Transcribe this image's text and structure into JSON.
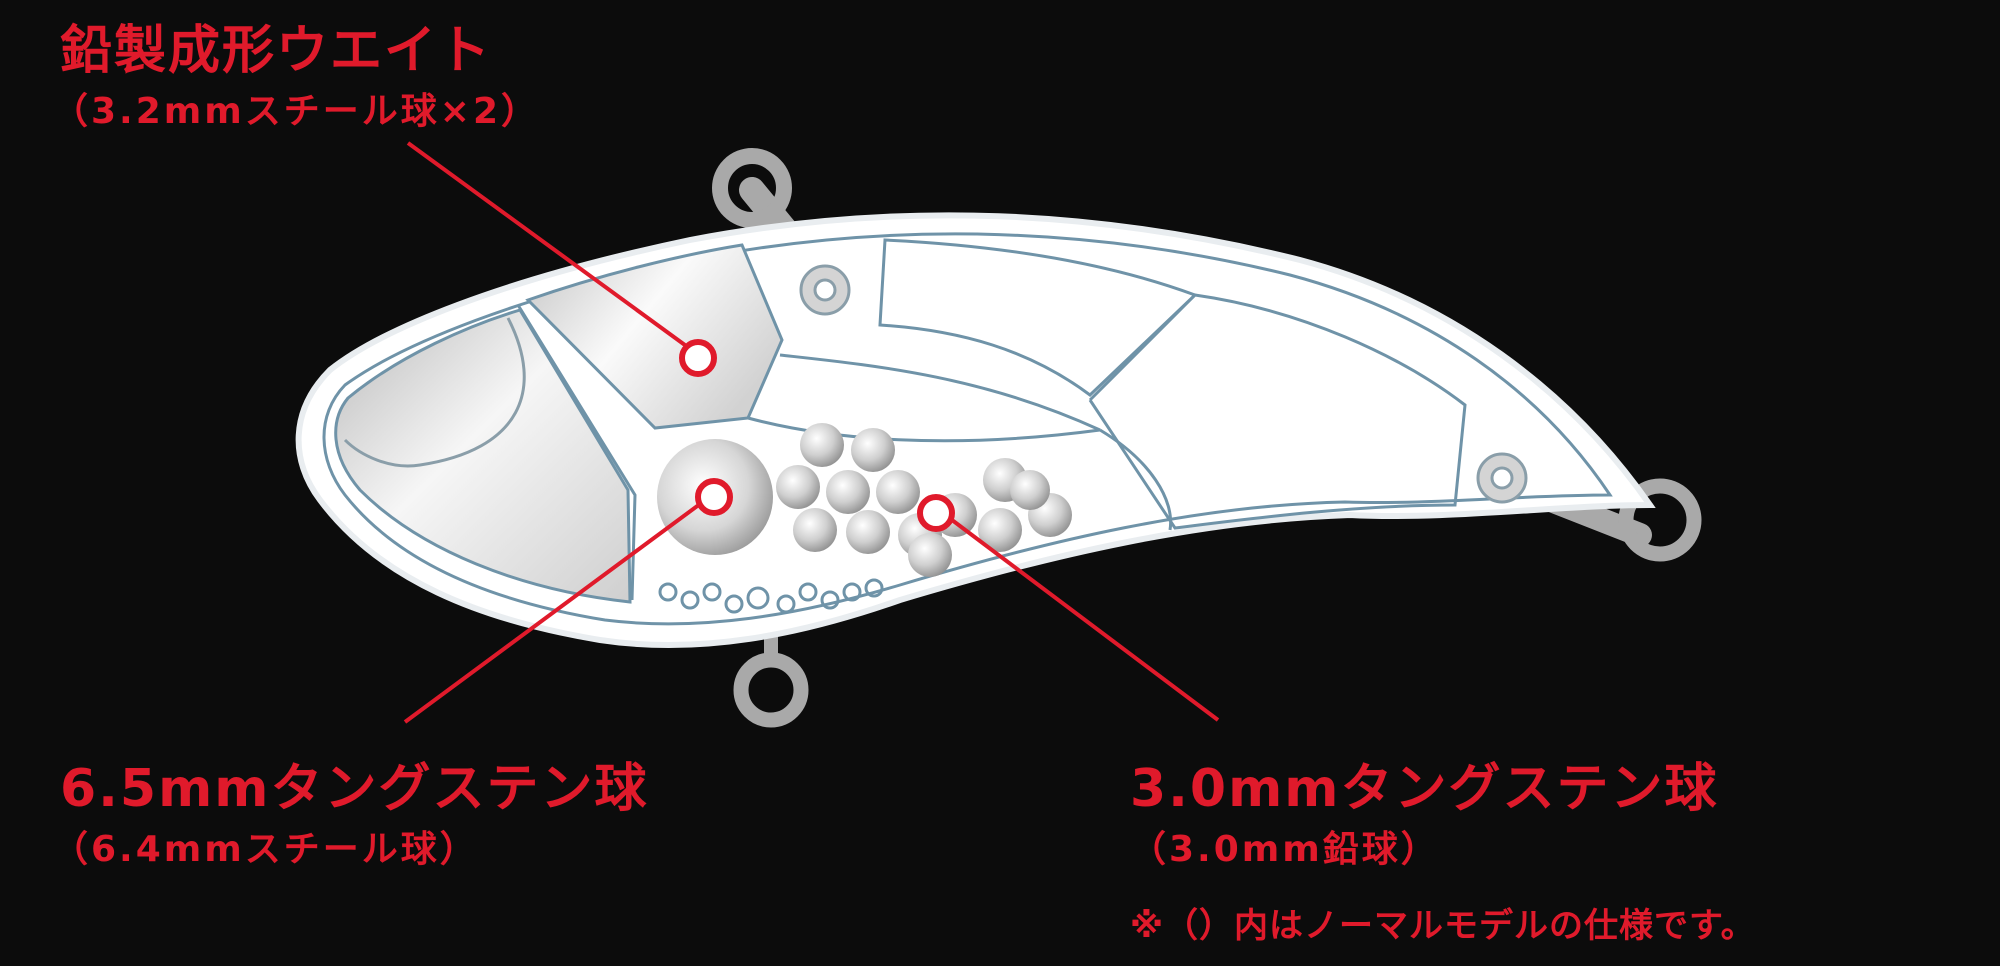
{
  "callouts": {
    "weight": {
      "title": "鉛製成形ウエイト",
      "sub": "（3.2mmスチール球×2）"
    },
    "ball_large": {
      "title": "6.5mmタングステン球",
      "sub": "（6.4mmスチール球）"
    },
    "ball_small": {
      "title": "3.0mmタングステン球",
      "sub": "（3.0mm鉛球）"
    }
  },
  "footnote": "※（）内はノーマルモデルの仕様です。",
  "colors": {
    "background": "#0c0c0c",
    "accent": "#e01a2b",
    "body": "#ffffff",
    "outline": "#6f93a8"
  }
}
